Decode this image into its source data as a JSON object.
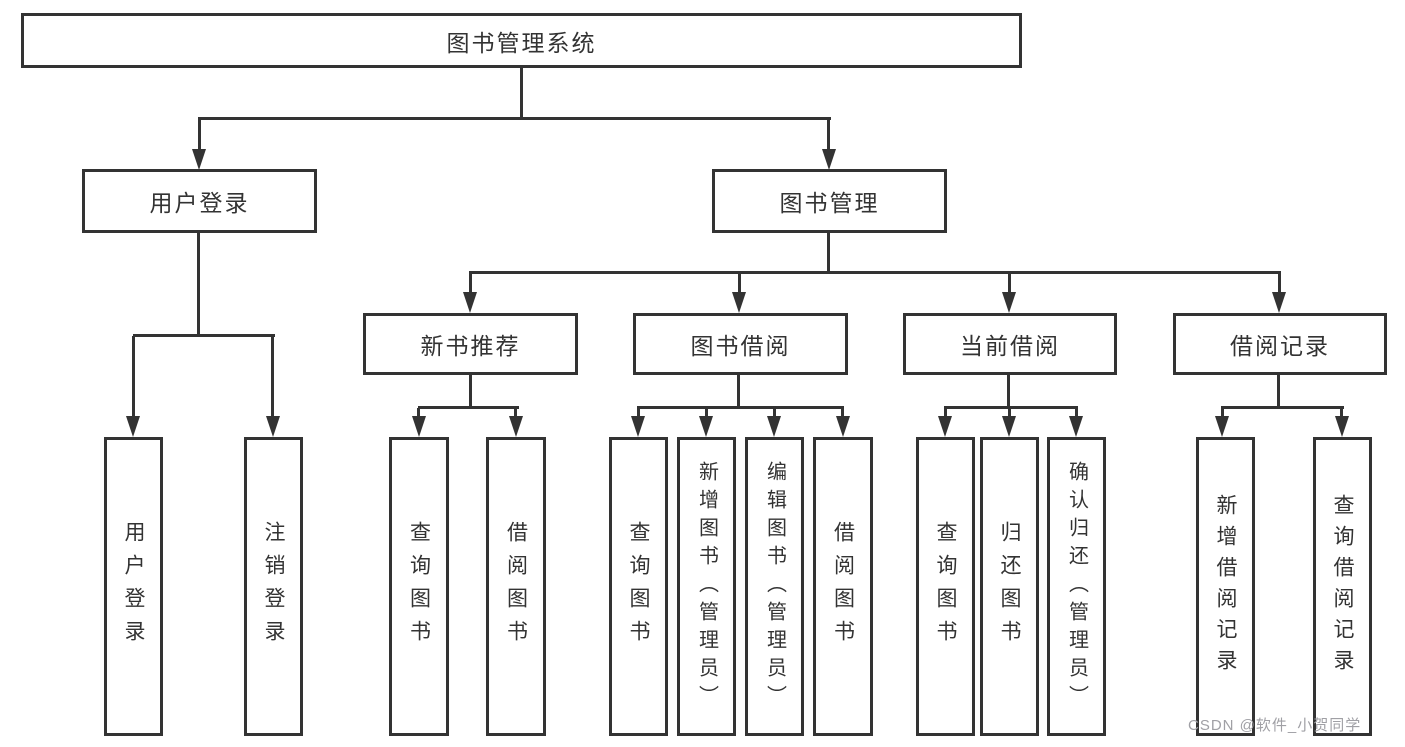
{
  "diagram": {
    "root": {
      "label": "图书管理系统"
    },
    "level2": [
      {
        "label": "用户登录"
      },
      {
        "label": "图书管理"
      }
    ],
    "level3": [
      {
        "label": "新书推荐"
      },
      {
        "label": "图书借阅"
      },
      {
        "label": "当前借阅"
      },
      {
        "label": "借阅记录"
      }
    ],
    "leaves": [
      {
        "label": "用户登录"
      },
      {
        "label": "注销登录"
      },
      {
        "label": "查询图书"
      },
      {
        "label": "借阅图书"
      },
      {
        "label": "查询图书"
      },
      {
        "label": "新增图书（管理员）"
      },
      {
        "label": "编辑图书（管理员）"
      },
      {
        "label": "借阅图书"
      },
      {
        "label": "查询图书"
      },
      {
        "label": "归还图书"
      },
      {
        "label": "确认归还（管理员）"
      },
      {
        "label": "新增借阅记录"
      },
      {
        "label": "查询借阅记录"
      }
    ],
    "watermark": {
      "text": "CSDN @软件_小贺同学"
    },
    "colors": {
      "line": "#333333",
      "border": "#333333",
      "text": "#333333",
      "background": "#ffffff",
      "watermark": "#a0a0a5"
    }
  }
}
